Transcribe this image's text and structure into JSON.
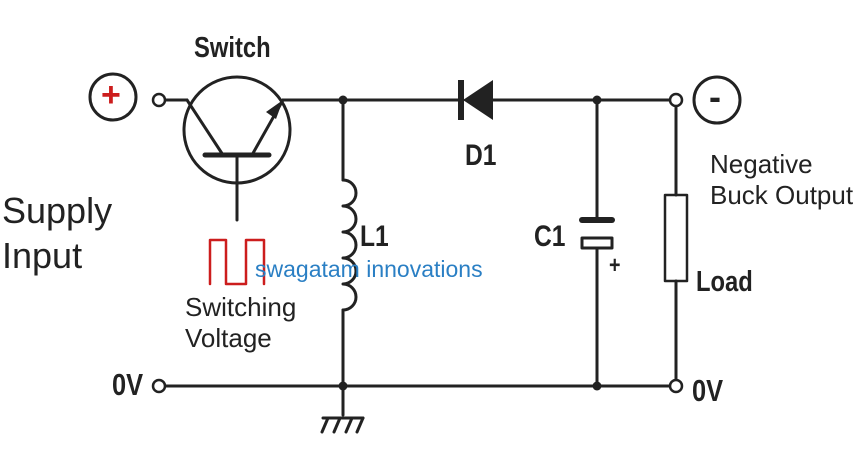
{
  "labels": {
    "switch": "Switch",
    "supply_input": [
      "Supply",
      "Input"
    ],
    "switching_voltage": [
      "Switching",
      "Voltage"
    ],
    "inductor": "L1",
    "diode": "D1",
    "capacitor": "C1",
    "cap_polarity": "+",
    "negative_output": [
      "Negative",
      "Buck Output"
    ],
    "load": "Load",
    "zero_v_left": "0V",
    "zero_v_right": "0V",
    "plus_terminal": "+",
    "minus_terminal": "-"
  },
  "watermark": "swagatam innovations",
  "colors": {
    "wire": "#222222",
    "plus_sign": "#cc1d1d",
    "pulse": "#cc1d1d",
    "watermark": "#2a7fc4"
  }
}
